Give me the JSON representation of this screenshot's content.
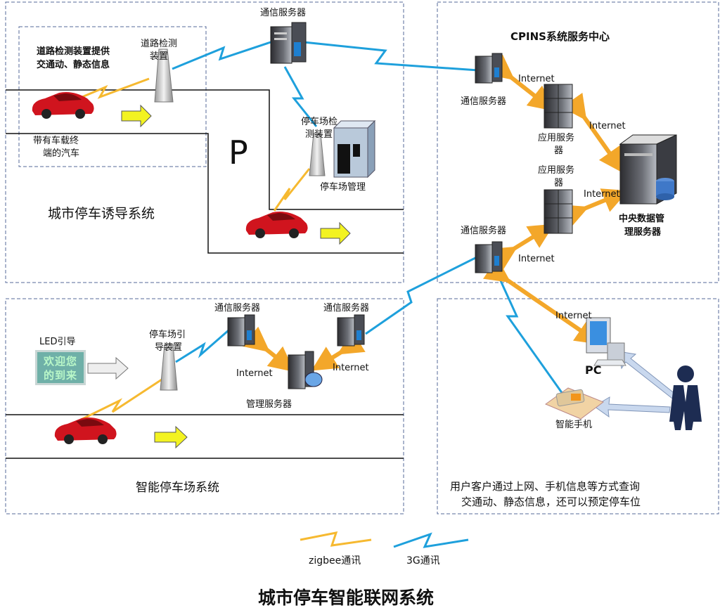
{
  "title": "城市停车智能联网系统",
  "sections": {
    "urban": "城市停车诱导系统",
    "smart_lot": "智能停车场系统",
    "center": "CPINS系统服务中心",
    "user_note_line1": "用户客户通过上网、手机信息等方式查询",
    "user_note_line2": "交通动、静态信息，还可以预定停车位"
  },
  "labels": {
    "road_info_line1": "道路检测装置提供",
    "road_info_line2": "交通动、静态信息",
    "road_detector_line1": "道路检测",
    "road_detector_line2": "装置",
    "vehicle_line1": "带有车载终",
    "vehicle_line2": "端的汽车",
    "comm_server_top": "通信服务器",
    "parking_detector_line1": "停车场检",
    "parking_detector_line2": "测装置",
    "parking_mgmt": "停车场管理",
    "parking_sign": "P",
    "center_comm_server": "通信服务器",
    "app_server_1_line1": "应用服务",
    "app_server_1_line2": "器",
    "app_server_2_line1": "应用服务",
    "app_server_2_line2": "器",
    "central_db_line1": "中央数据管",
    "central_db_line2": "理服务器",
    "lower_comm_server": "通信服务器",
    "internet_1": "Internet",
    "internet_2": "Internet",
    "internet_3": "Internet",
    "internet_4": "Internet",
    "internet_5": "Internet",
    "internet_6": "Internet",
    "internet_7": "Internet",
    "led_guide": "LED引导",
    "led_text_line1": "欢迎您",
    "led_text_line2": "的到来",
    "lot_guide_line1": "停车场引",
    "lot_guide_line2": "导装置",
    "lot_comm_server_1": "通信服务器",
    "lot_comm_server_2": "通信服务器",
    "mgmt_server": "管理服务器",
    "pc": "PC",
    "smartphone": "智能手机"
  },
  "legend": {
    "zigbee": "zigbee通讯",
    "threeg": "3G通讯"
  },
  "colors": {
    "zigbee": "#f6b930",
    "threeg": "#1ea0dc",
    "arrow_yellow": "#f3a72a",
    "car_red": "#d0141e",
    "guide_arrow": "#f3f321"
  }
}
